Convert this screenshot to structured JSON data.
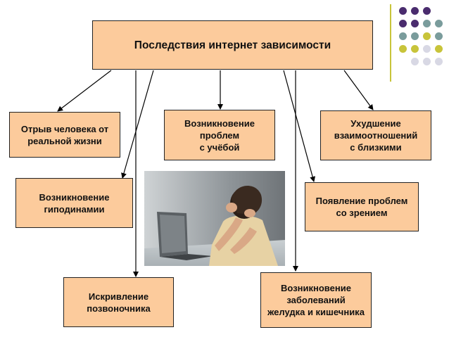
{
  "title": "Последствия интернет зависимости",
  "boxes": {
    "b1": "Отрыв человека от\nреальной жизни",
    "b2": "Возникновение\nпроблем\nс учёбой",
    "b3": "Ухудшение\nвзаимоотношений\nс близкими",
    "b4": "Возникновение\nгиподинамии",
    "b5": "Появление проблем\nсо зрением",
    "b6": "Искривление\nпозвоночника",
    "b7": "Возникновение\nзаболеваний\nжелудка и кишечника"
  },
  "colors": {
    "box_fill": "#fccb9c",
    "dot_purple": "#4a2c6e",
    "dot_teal": "#7a9c9c",
    "dot_olive": "#c8c43a",
    "dot_light": "#d8d8e4"
  },
  "decor": {
    "dot_grid": [
      [
        "purple",
        "purple",
        "purple",
        ""
      ],
      [
        "purple",
        "purple",
        "teal",
        "teal"
      ],
      [
        "teal",
        "teal",
        "olive",
        "teal"
      ],
      [
        "olive",
        "olive",
        "light",
        "olive"
      ],
      [
        "",
        "light",
        "light",
        "light"
      ]
    ]
  }
}
